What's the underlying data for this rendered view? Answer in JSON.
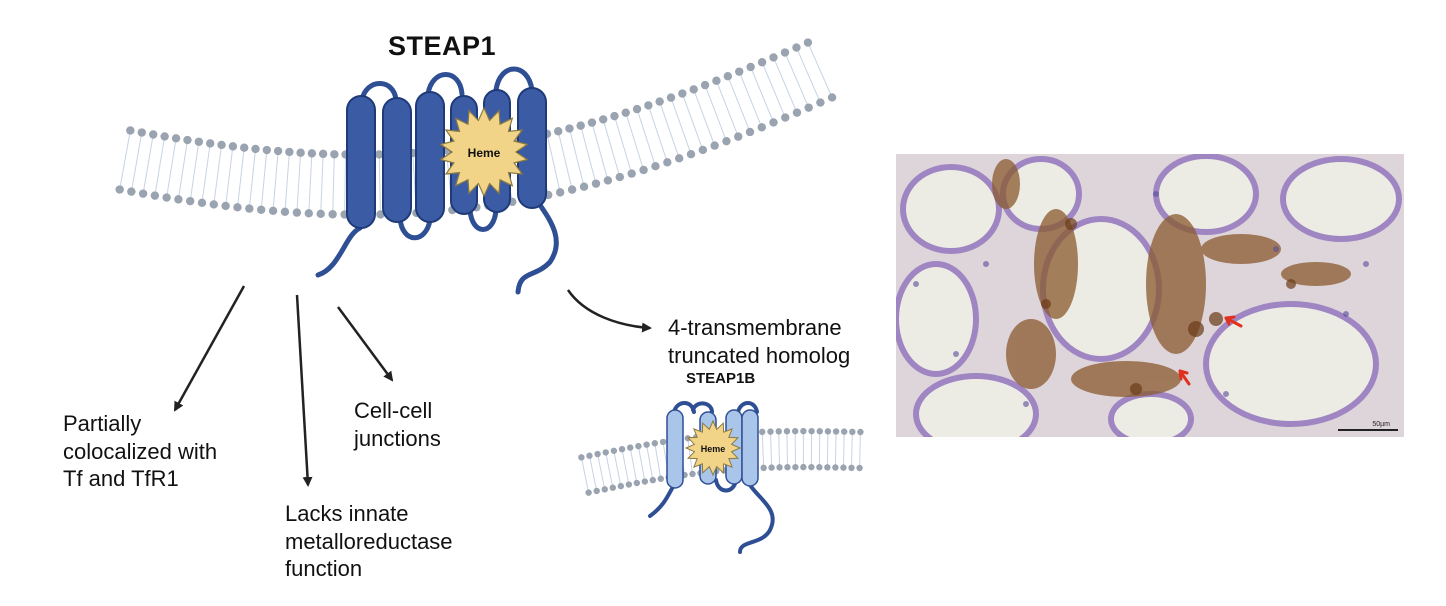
{
  "steap1": {
    "title": "STEAP1",
    "heme": "Heme"
  },
  "labels": {
    "colocalized": "Partially\ncolocalized with\nTf and TfR1",
    "lacks": "Lacks innate\nmetalloreductase\nfunction",
    "junctions": "Cell-cell\njunctions",
    "truncated": "4-transmembrane\ntruncated homolog"
  },
  "steap1b": {
    "title": "STEAP1B",
    "heme": "Heme"
  },
  "micrograph": {
    "scale": "50µm"
  },
  "colors": {
    "protein_dark": "#2f4f95",
    "protein_light": "#a9c6ea",
    "heme": "#f2d488",
    "lipid_head": "#9aa3b0",
    "arrow_red": "#e03020"
  },
  "icons": {
    "arrow": "arrow-icon",
    "heme": "starburst-icon"
  }
}
